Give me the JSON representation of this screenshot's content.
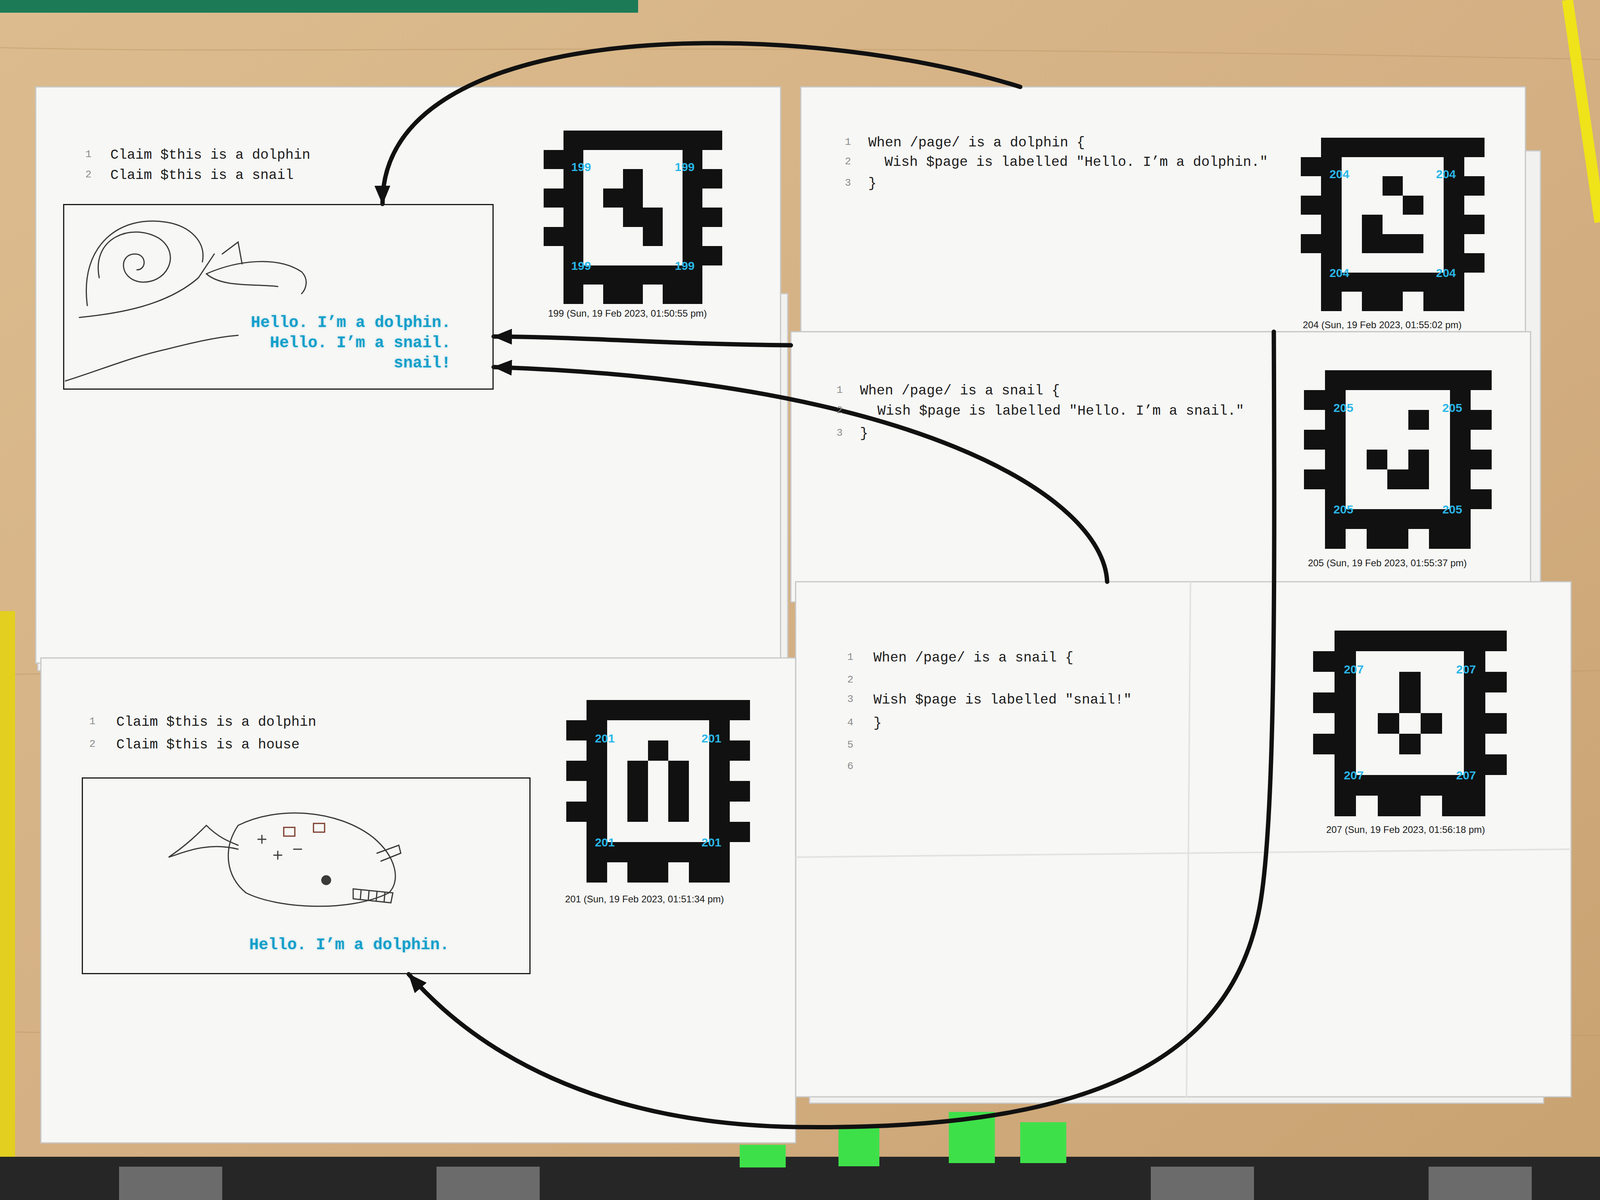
{
  "diagram": {
    "nodes": [
      {
        "text": [
          "1",
          "Claim $this is a dolphin",
          "2",
          "Claim $this is a snail",
          "199 (Sun, 19 Feb 2023, 01:50:55 pm)"
        ]
      },
      {
        "text": [
          "Hello. I’m a dolphin.",
          "Hello. I’m a snail.",
          "snail!"
        ],
        "in": 0
      },
      {
        "text": [
          "1",
          "When /page/ is a dolphin {",
          "2",
          "Wish $page is labelled \"Hello. I’m a dolphin.\"",
          "3",
          "}",
          "204 (Sun, 19 Feb 2023, 01:55:02 pm)"
        ]
      },
      {
        "text": [
          "1",
          "When /page/ is a snail {",
          "2",
          "Wish $page is labelled \"Hello. I’m a snail.\"",
          "3",
          "}",
          "205 (Sun, 19 Feb 2023, 01:55:37 pm)"
        ]
      },
      {
        "text": [
          "1",
          "Claim $this is a dolphin",
          "2",
          "Claim $this is a house",
          "201 (Sun, 19 Feb 2023, 01:51:34 pm)"
        ]
      },
      {
        "text": [
          "Hello. I’m a dolphin."
        ],
        "in": 4
      },
      {
        "text": [
          "1",
          "When /page/ is a snail {",
          "2",
          "3",
          "Wish $page is labelled \"snail!\"",
          "4",
          "}",
          "5",
          "6",
          "207 (Sun, 19 Feb 2023, 01:56:18 pm)"
        ]
      }
    ],
    "edges": [
      {
        "from": 2,
        "to": 1,
        "arrow": "to"
      },
      {
        "from": 3,
        "to": 1,
        "arrow": "to"
      },
      {
        "from": 6,
        "to": 1,
        "arrow": "to"
      },
      {
        "from": 2,
        "to": 5,
        "arrow": "to"
      }
    ],
    "labels": [
      "199",
      "199",
      "199",
      "199",
      "204",
      "204",
      "204",
      "204",
      "205",
      "205",
      "205",
      "205",
      "207",
      "207",
      "207",
      "207",
      "201",
      "201",
      "201",
      "201"
    ]
  }
}
